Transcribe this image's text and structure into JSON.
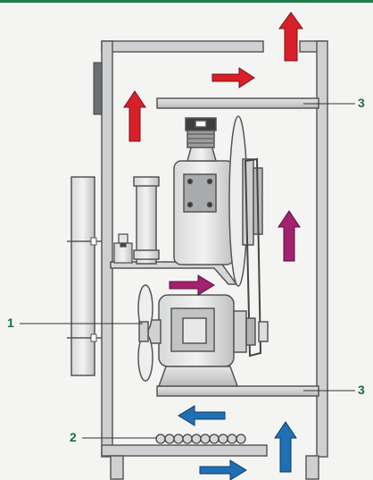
{
  "labels": {
    "fan": "1",
    "heater": "2",
    "top_shelf": "3",
    "bottom_shelf": "3"
  },
  "colors": {
    "accent_bar": "#1f7a4a",
    "callout_text": "#1a6b4a",
    "arrow_hot": "#d9202a",
    "arrow_warm": "#a3216e",
    "arrow_cool": "#1f6fb5",
    "frame_fill": "#c9cacb",
    "frame_stroke": "#555555"
  },
  "icons": {
    "fan": "fan-icon",
    "motor": "motor-icon",
    "projector_head": "projector-head-icon",
    "reel": "film-reel-icon",
    "heater": "heater-coil-icon"
  }
}
